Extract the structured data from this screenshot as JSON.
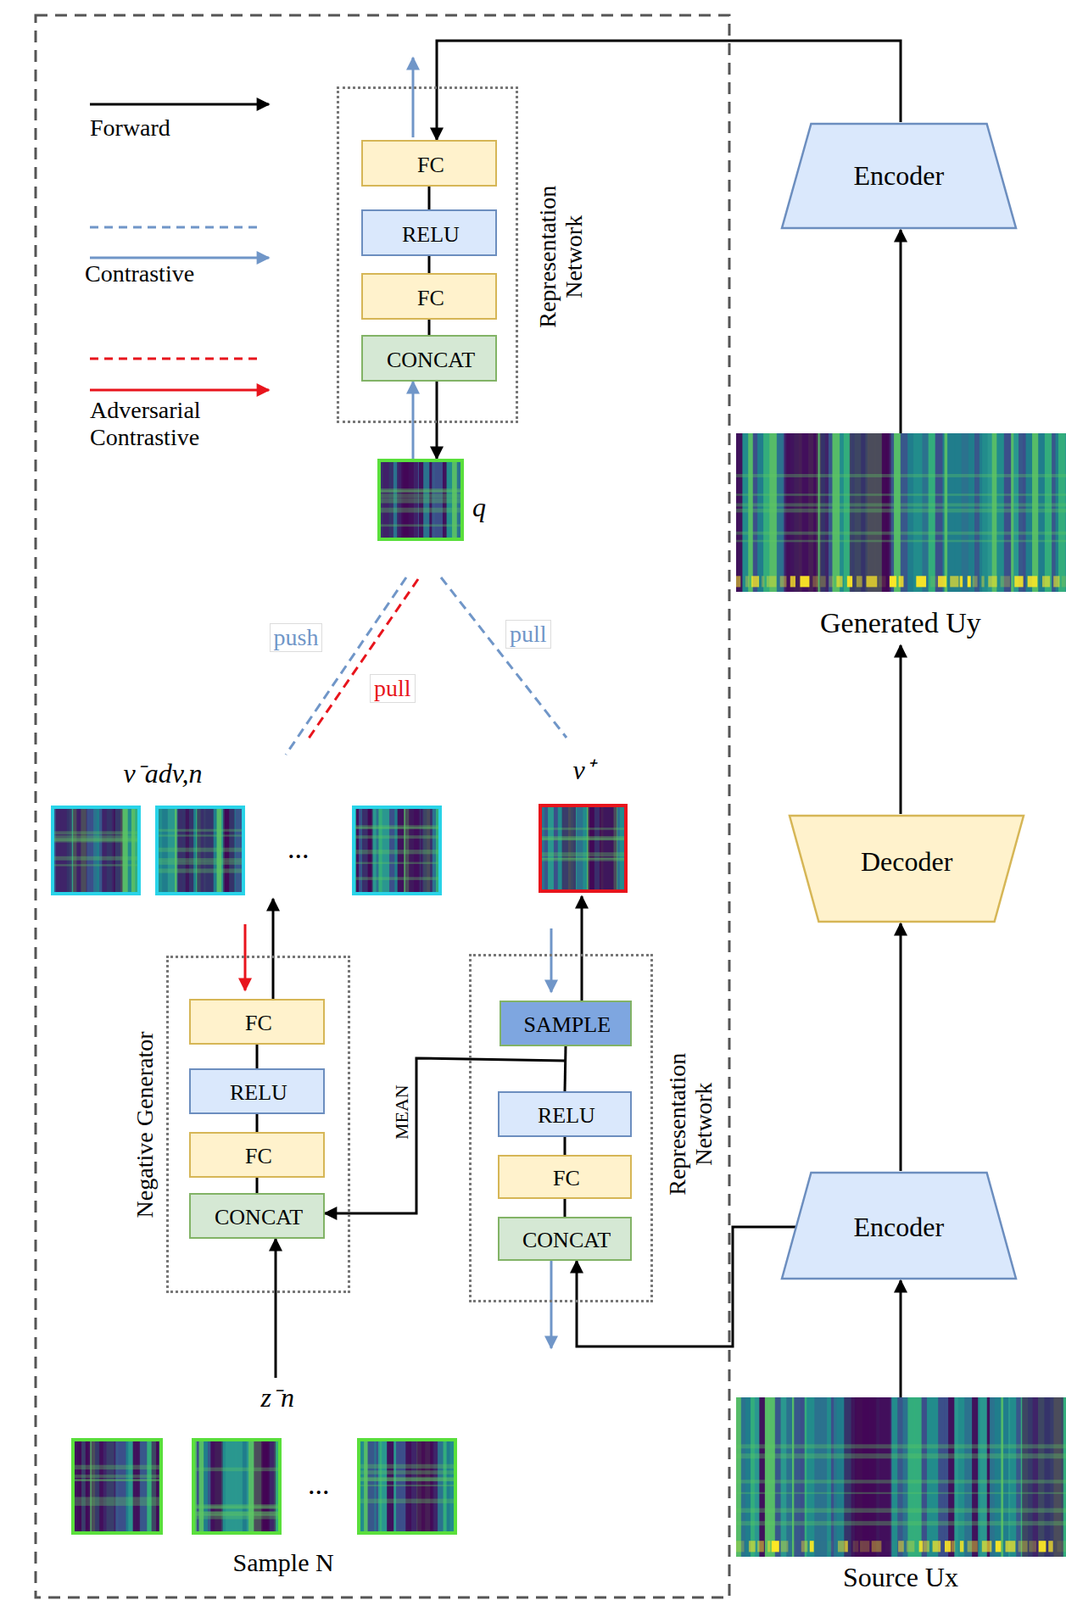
{
  "diagram": {
    "nodes": [
      {
        "text": [
          "Representation Network"
        ]
      },
      {
        "text": [
          "FC"
        ],
        "in": 0
      },
      {
        "text": [
          "RELU"
        ],
        "in": 0
      },
      {
        "text": [
          "FC"
        ],
        "in": 0
      },
      {
        "text": [
          "CONCAT"
        ],
        "in": 0
      },
      {
        "text": [
          "q"
        ]
      },
      {
        "text": [
          "v⁺"
        ]
      },
      {
        "text": [
          "Negative Generator"
        ]
      },
      {
        "text": [
          "FC"
        ],
        "in": 7
      },
      {
        "text": [
          "RELU"
        ],
        "in": 7
      },
      {
        "text": [
          "FC"
        ],
        "in": 7
      },
      {
        "text": [
          "CONCAT"
        ],
        "in": 7
      },
      {
        "text": [
          "Representation Network"
        ]
      },
      {
        "text": [
          "SAMPLE"
        ],
        "in": 12
      },
      {
        "text": [
          "RELU"
        ],
        "in": 12
      },
      {
        "text": [
          "FC"
        ],
        "in": 12
      },
      {
        "text": [
          "CONCAT"
        ],
        "in": 12
      },
      {
        "text": [
          "Encoder"
        ]
      },
      {
        "text": [
          "Generated Uy"
        ]
      },
      {
        "text": [
          "Decoder"
        ]
      },
      {
        "text": [
          "Encoder"
        ]
      },
      {
        "text": [
          "Source Ux"
        ]
      },
      {
        "text": [
          "v⁻adv,n",
          "..."
        ]
      },
      {
        "text": [
          "z⁻n",
          "...",
          "Sample N"
        ]
      }
    ],
    "edges": [
      {
        "from": 21,
        "to": 20,
        "arrow": "to"
      },
      {
        "from": 20,
        "to": 19,
        "arrow": "to"
      },
      {
        "from": 19,
        "to": 18,
        "arrow": "to"
      },
      {
        "from": 18,
        "to": 17,
        "arrow": "to"
      },
      {
        "from": 17,
        "to": 1,
        "arrow": "to"
      },
      {
        "from": 20,
        "to": 16,
        "arrow": "to"
      },
      {
        "from": 4,
        "to": 5,
        "arrow": "to"
      },
      {
        "from": 5,
        "to": 4,
        "arrow": "to"
      },
      {
        "from": 1,
        "to": 2,
        "arrow": "none"
      },
      {
        "from": 2,
        "to": 3,
        "arrow": "none"
      },
      {
        "from": 3,
        "to": 4,
        "arrow": "none"
      },
      {
        "from": 5,
        "to": 22,
        "label": "push",
        "arrow": "none"
      },
      {
        "from": 5,
        "to": 22,
        "label": "pull",
        "arrow": "none"
      },
      {
        "from": 5,
        "to": 6,
        "label": "pull",
        "arrow": "none"
      },
      {
        "from": 13,
        "to": 6,
        "arrow": "to"
      },
      {
        "from": 6,
        "to": 13,
        "arrow": "to"
      },
      {
        "from": 13,
        "to": 14,
        "arrow": "none"
      },
      {
        "from": 14,
        "to": 15,
        "arrow": "none"
      },
      {
        "from": 15,
        "to": 16,
        "arrow": "none"
      },
      {
        "from": 14,
        "to": 11,
        "label": "MEAN",
        "arrow": "to"
      },
      {
        "from": 23,
        "to": 11,
        "arrow": "to"
      },
      {
        "from": 8,
        "to": 22,
        "arrow": "to"
      },
      {
        "from": 22,
        "to": 8,
        "arrow": "to"
      },
      {
        "from": 8,
        "to": 9,
        "arrow": "none"
      },
      {
        "from": 9,
        "to": 10,
        "arrow": "none"
      },
      {
        "from": 10,
        "to": 11,
        "arrow": "none"
      }
    ],
    "legend": [
      {
        "text": "Forward"
      },
      {
        "text": "Contrastive"
      },
      {
        "text": "Adversarial Contrastive"
      }
    ]
  }
}
